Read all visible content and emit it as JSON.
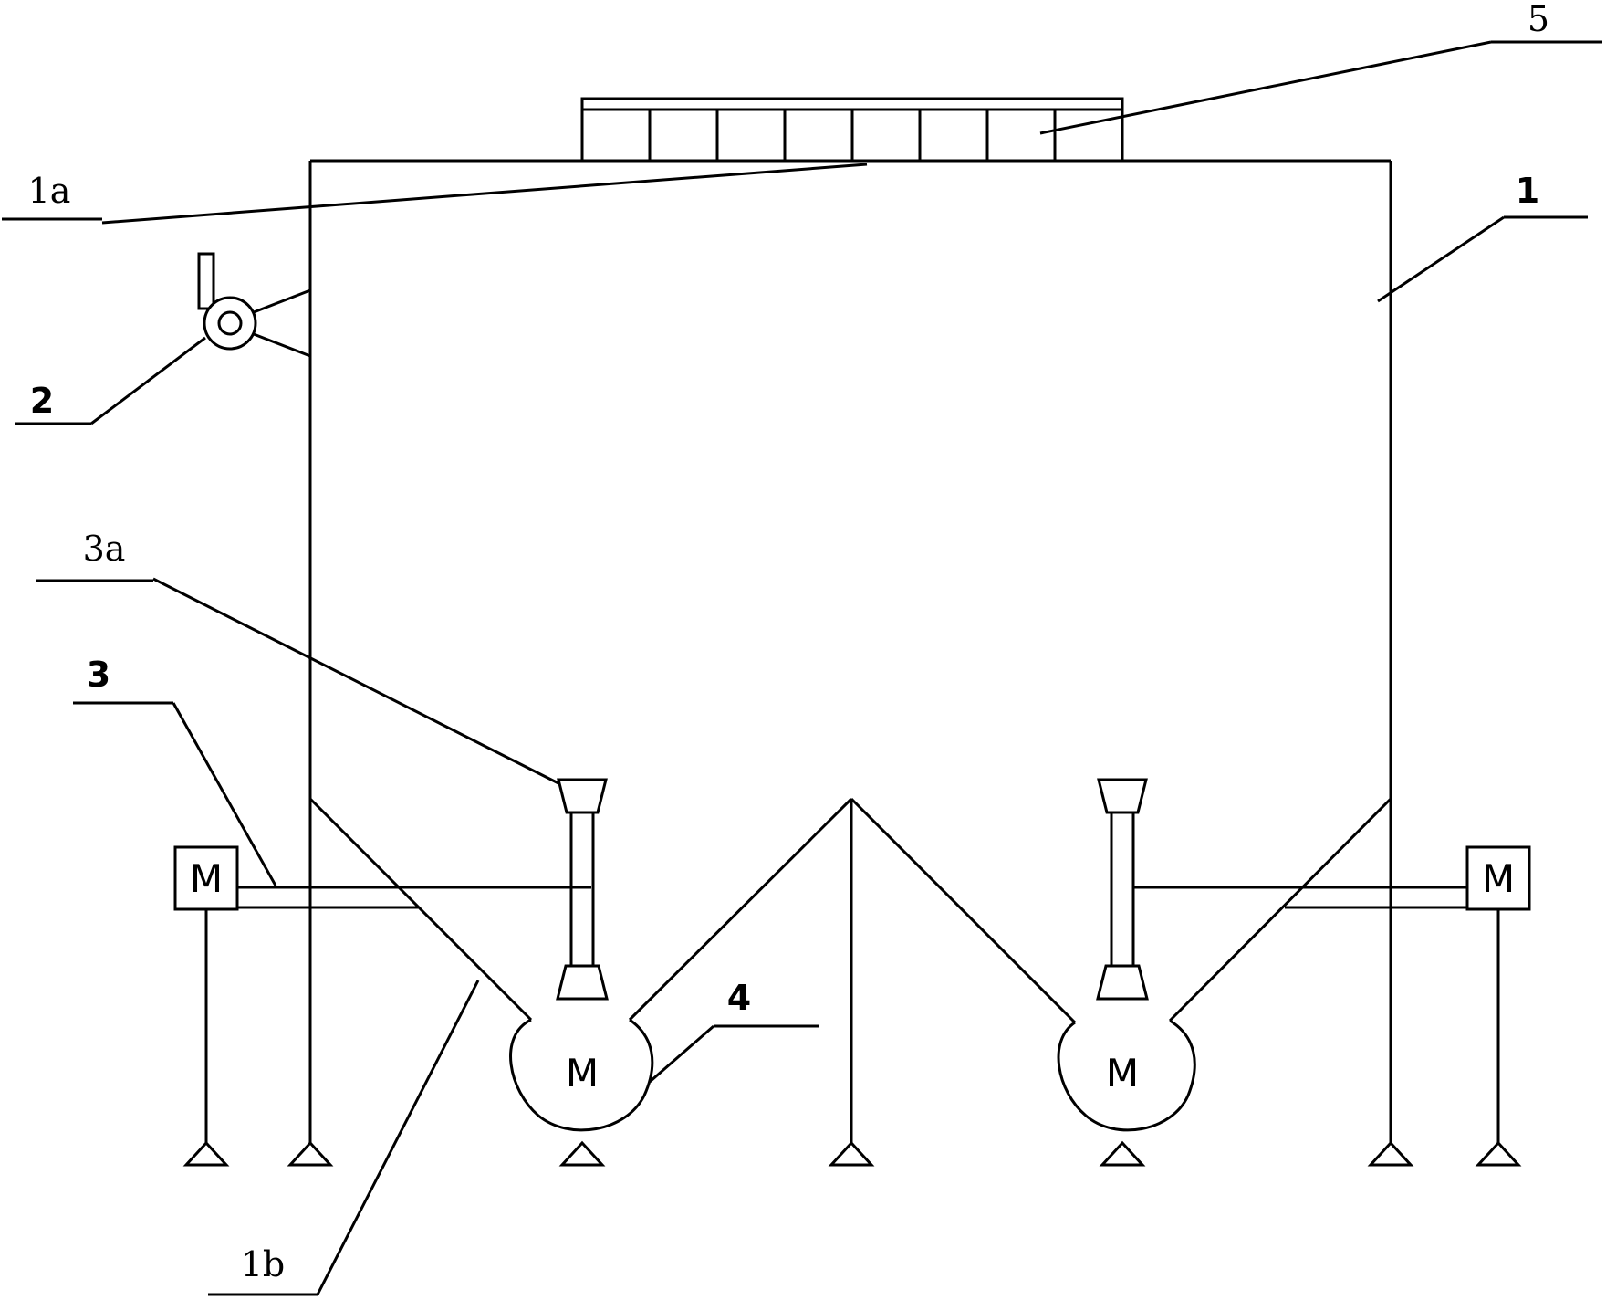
{
  "labels": {
    "l1": "1",
    "l1a": "1a",
    "l1b": "1b",
    "l2": "2",
    "l3": "3",
    "l3a": "3a",
    "l4": "4",
    "l5": "5"
  },
  "motor_symbol": "M"
}
